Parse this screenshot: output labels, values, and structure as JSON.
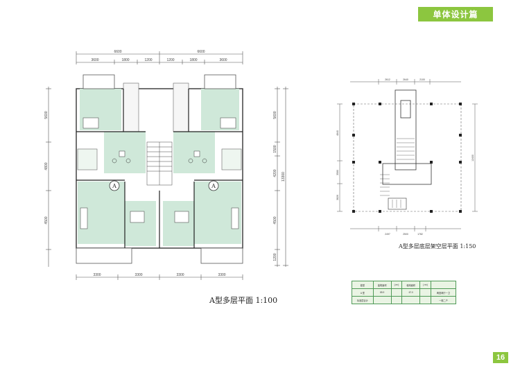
{
  "header": {
    "section_label": "单体设计篇"
  },
  "page": {
    "number": "16"
  },
  "main_plan": {
    "title": "A型多层平面 1:100",
    "dims_top_overall": [
      "6600",
      "6600"
    ],
    "dims_top_detail": [
      "3600",
      "1800",
      "1200",
      "1200",
      "1800",
      "3600"
    ],
    "dims_bottom": [
      "3300",
      "3300",
      "3300",
      "3300"
    ],
    "dims_left": [
      "5600",
      "4800",
      "4500"
    ],
    "dims_right_detail": [
      "5600",
      "1500",
      "4200",
      "4500",
      "1200"
    ],
    "dims_right_overall": "13300",
    "unit_markers": [
      "A",
      "A"
    ]
  },
  "ground_plan": {
    "title": "A型多层底层架空层平面 1:150",
    "dims_top": [
      "2612",
      "2640",
      "2100"
    ],
    "dims_bottom": [
      "2497",
      "2500",
      "1782"
    ],
    "dims_left": [
      "4840",
      "3580",
      "3826"
    ],
    "dims_right": "12400"
  },
  "spec_table": {
    "rows": [
      [
        "套型",
        "建筑面积",
        "( m²)",
        "使用面积",
        "( m²)",
        ""
      ],
      [
        "A 型",
        "85.9",
        "",
        "67.0",
        "",
        "两室两厅一卫"
      ],
      [
        "标准层合计",
        "",
        "",
        "",
        "",
        "一梯二户"
      ]
    ]
  },
  "colors": {
    "accent": "#8cc63f",
    "room_fill": "#cfe8d9",
    "wall": "#333333"
  }
}
